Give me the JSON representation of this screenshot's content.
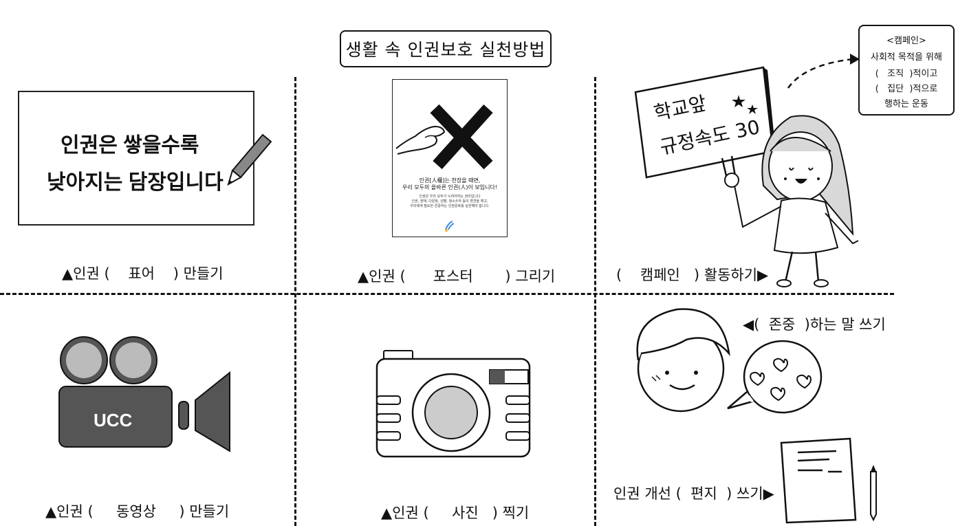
{
  "title": "생활 속 인권보호 실천방법",
  "slogan": {
    "line1": "인권은 쌓을수록",
    "line2": "낮아지는 담장입니다"
  },
  "poster": {
    "line1": "인권[人權]는 천장을 때면,",
    "line2": "우리 모두의 올바른 인권(人)이 보입니다!",
    "line3": "인권은 우리 모두가 누려야하는 권리입니다",
    "line4": "인권, 장애, 다문화, 성별, 청소수자 등의 편견을 깨고,",
    "line5": "우리에게 필요한 존중하는 인권문화를 실천해야 합니다."
  },
  "sign": {
    "line1": "학교앞",
    "line2": "규정속도 30"
  },
  "campaign_note": {
    "line1": "<캠페인>",
    "line2": "사회적 목적을 위해",
    "line3": "(   조직  )적이고",
    "line4": "(   집단  )적으로",
    "line5": "행하는 운동"
  },
  "camcorder_label": "UCC",
  "captions": {
    "slogan": "▲인권 (    표어    ) 만들기",
    "poster": "▲인권 (      포스터       ) 그리기",
    "campaign": "(    캠페인   ) 활동하기▶",
    "video": "▲인권 (     동영상     ) 만들기",
    "photo": "▲인권 (     사진   ) 찍기",
    "respect": "◀(  존중  )하는 말 쓰기",
    "letter": "인권 개선 (  편지  ) 쓰기▶"
  }
}
